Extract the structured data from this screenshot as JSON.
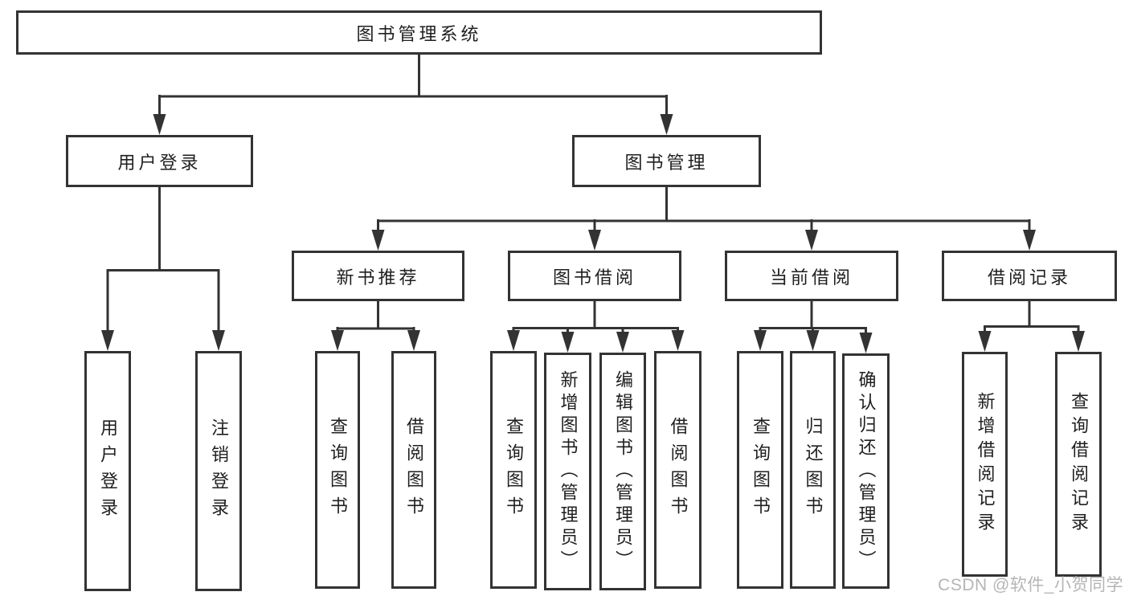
{
  "colors": {
    "line": "#333333",
    "text": "#1f1f1f",
    "watermark": "#b5b5b5",
    "background": "#ffffff"
  },
  "watermark": {
    "text": "CSDN @软件_小贺同学"
  },
  "tree": {
    "root": {
      "label": "图书管理系统"
    },
    "branches": [
      {
        "label": "用户登录",
        "children": [
          {
            "label": "用户登录"
          },
          {
            "label": "注销登录"
          }
        ]
      },
      {
        "label": "图书管理",
        "children": [
          {
            "label": "新书推荐",
            "children": [
              {
                "label": "查询图书"
              },
              {
                "label": "借阅图书"
              }
            ]
          },
          {
            "label": "图书借阅",
            "children": [
              {
                "label": "查询图书"
              },
              {
                "label": "新增图书（管理员）"
              },
              {
                "label": "编辑图书（管理员）"
              },
              {
                "label": "借阅图书"
              }
            ]
          },
          {
            "label": "当前借阅",
            "children": [
              {
                "label": "查询图书"
              },
              {
                "label": "归还图书"
              },
              {
                "label": "确认归还（管理员）"
              }
            ]
          },
          {
            "label": "借阅记录",
            "children": [
              {
                "label": "新增借阅记录"
              },
              {
                "label": "查询借阅记录"
              }
            ]
          }
        ]
      }
    ]
  }
}
